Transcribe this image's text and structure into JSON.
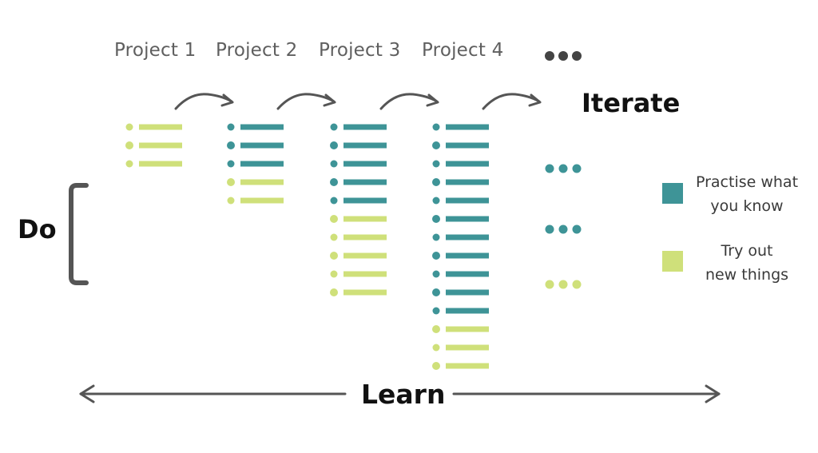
{
  "projects": [
    {
      "label": "Project 1",
      "items": [
        "try",
        "try",
        "try"
      ]
    },
    {
      "label": "Project 2",
      "items": [
        "practise",
        "practise",
        "practise",
        "try",
        "try"
      ]
    },
    {
      "label": "Project 3",
      "items": [
        "practise",
        "practise",
        "practise",
        "practise",
        "practise",
        "try",
        "try",
        "try",
        "try",
        "try"
      ]
    },
    {
      "label": "Project 4",
      "items": [
        "practise",
        "practise",
        "practise",
        "practise",
        "practise",
        "practise",
        "practise",
        "practise",
        "practise",
        "practise",
        "practise",
        "try",
        "try",
        "try"
      ]
    }
  ],
  "ellipsis_rows": [
    "practise",
    "practise",
    "try"
  ],
  "iterate_label": "Iterate",
  "do_label": "Do",
  "learn_label": "Learn",
  "legend": [
    {
      "key": "practise",
      "line1": "Practise what",
      "line2": "you know"
    },
    {
      "key": "try",
      "line1": "Try out",
      "line2": "new things"
    }
  ],
  "colors": {
    "practise": "#3e9497",
    "try": "#cfe07a",
    "arrow": "#555555",
    "ellipsis_top": "#444444"
  }
}
